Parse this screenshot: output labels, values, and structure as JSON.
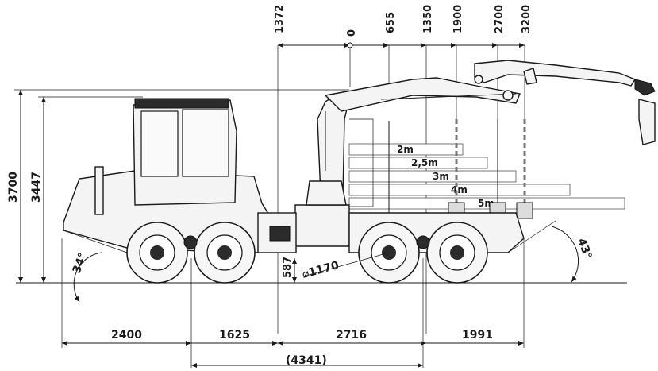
{
  "top_dimensions": [
    {
      "key": "d1372",
      "label": "1372"
    },
    {
      "key": "d0",
      "label": "0"
    },
    {
      "key": "d655",
      "label": "655"
    },
    {
      "key": "d1350",
      "label": "1350"
    },
    {
      "key": "d1900",
      "label": "1900"
    },
    {
      "key": "d2700",
      "label": "2700"
    },
    {
      "key": "d3200",
      "label": "3200"
    }
  ],
  "height_dimensions": {
    "h3700": "3700",
    "h3447": "3447"
  },
  "log_lengths": [
    "2m",
    "2,5m",
    "3m",
    "4m",
    "5m"
  ],
  "angles": {
    "front": "34°",
    "rear": "43°"
  },
  "clearance": "587",
  "wheel_diameter": "⌀1170",
  "bottom_dimensions": {
    "d2400": "2400",
    "d1625": "1625",
    "d2716": "2716",
    "d1991": "1991",
    "d4341": "(4341)"
  }
}
